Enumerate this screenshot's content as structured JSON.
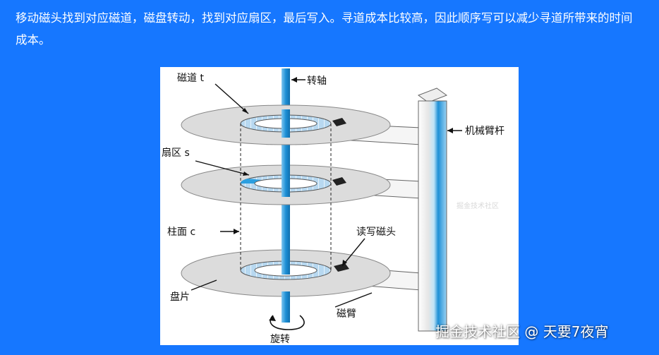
{
  "article": {
    "paragraph": "移动磁头找到对应磁道，磁盘转动，找到对应扇区，最后写入。寻道成本比较高，因此顺序写可以减少寻道所带来的时间成本。"
  },
  "diagram": {
    "labels": {
      "track": "磁道 t",
      "spindle": "转轴",
      "actuator_arm": "机械臂杆",
      "sector": "扇区 s",
      "cylinder": "柱面 c",
      "head": "读写磁头",
      "platter": "盘片",
      "arm": "磁臂",
      "rotation": "旋转"
    },
    "watermark": "掘金技术社区"
  },
  "credit": {
    "text": "掘金技术社区 @ 天要7夜宵"
  },
  "colors": {
    "background": "#1677ff",
    "spindle": "#1e8fd6",
    "platter": "#d9d9d9",
    "track_ring": "#b7d8f0",
    "sector_highlight": "#2b9fe0"
  }
}
